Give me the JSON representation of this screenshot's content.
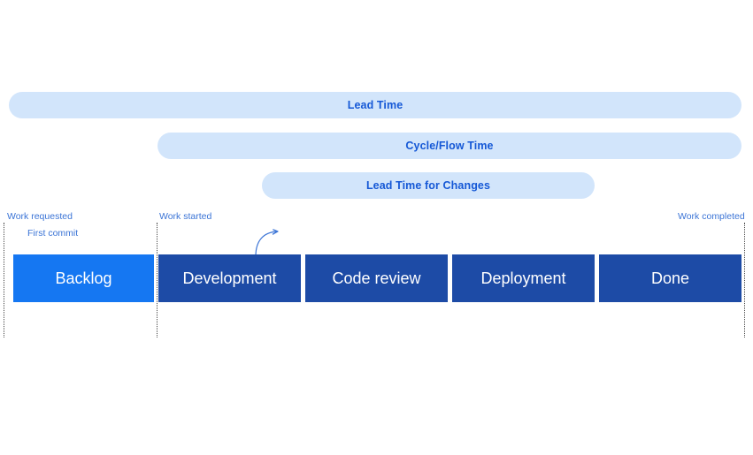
{
  "diagram": {
    "title_visible": false,
    "colors": {
      "bar_fill": "#d2e5fb",
      "bar_text": "#1558d6",
      "stage_default": "#1d4ba6",
      "stage_highlight": "#1577f2",
      "stage_text": "#ffffff",
      "marker_line": "#4a4a4a",
      "annotation_text": "#3b74d6",
      "background": "#ffffff"
    },
    "metric_bars": [
      {
        "id": "lead-time",
        "label": "Lead Time"
      },
      {
        "id": "cycle-flow-time",
        "label": "Cycle/Flow Time"
      },
      {
        "id": "lead-time-for-changes",
        "label": "Lead Time for Changes"
      }
    ],
    "markers": [
      {
        "id": "work-requested",
        "label": "Work requested"
      },
      {
        "id": "work-started",
        "label": "Work started"
      },
      {
        "id": "work-completed",
        "label": "Work completed"
      }
    ],
    "stages": [
      {
        "id": "backlog",
        "label": "Backlog",
        "highlighted": true
      },
      {
        "id": "development",
        "label": "Development",
        "highlighted": false
      },
      {
        "id": "code-review",
        "label": "Code review",
        "highlighted": false
      },
      {
        "id": "deployment",
        "label": "Deployment",
        "highlighted": false
      },
      {
        "id": "done",
        "label": "Done",
        "highlighted": false
      }
    ],
    "annotations": [
      {
        "id": "first-commit",
        "label": "First commit"
      }
    ]
  }
}
